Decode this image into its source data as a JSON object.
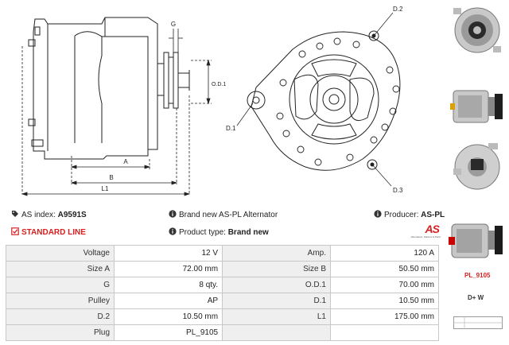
{
  "drawing_labels": {
    "g": "G",
    "a": "A",
    "b": "B",
    "l1": "L1",
    "od1": "O.D.1",
    "d1": "D.1",
    "d2": "D.2",
    "d3": "D.3"
  },
  "info": {
    "as_index_label": "AS index:",
    "as_index_value": "A9591S",
    "standard_line": "STANDARD LINE",
    "brand_new_text": "Brand new AS-PL Alternator",
    "product_type_label": "Product type:",
    "product_type_value": "Brand new",
    "producer_label": "Producer:",
    "producer_value": "AS-PL",
    "logo_text": "AS",
    "logo_subtext": "Alternators, Starters & Parts"
  },
  "specs": {
    "rows": [
      {
        "l1": "Voltage",
        "v1": "12 V",
        "l2": "Amp.",
        "v2": "120 A"
      },
      {
        "l1": "Size A",
        "v1": "72.00 mm",
        "l2": "Size B",
        "v2": "50.50 mm"
      },
      {
        "l1": "G",
        "v1": "8 qty.",
        "l2": "O.D.1",
        "v2": "70.00 mm"
      },
      {
        "l1": "Pulley",
        "v1": "AP",
        "l2": "D.1",
        "v2": "10.50 mm"
      },
      {
        "l1": "D.2",
        "v1": "10.50 mm",
        "l2": "L1",
        "v2": "175.00 mm"
      },
      {
        "l1": "Plug",
        "v1": "PL_9105",
        "l2": "",
        "v2": ""
      }
    ]
  },
  "sidebar": {
    "plug_name": "PL_9105",
    "connector_label": "D+  W"
  },
  "colors": {
    "accent_red": "#d62020",
    "table_label_bg": "#efefef",
    "border": "#c8c8c8"
  }
}
